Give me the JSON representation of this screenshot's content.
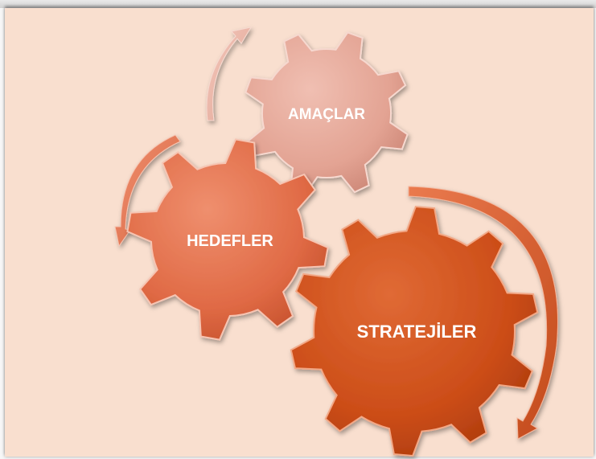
{
  "diagram": {
    "nodes": [
      {
        "id": "amaclar",
        "label": "AMAÇLAR",
        "color": "#e4a79a"
      },
      {
        "id": "hedefler",
        "label": "HEDEFLER",
        "color": "#e5734f"
      },
      {
        "id": "stratejiler",
        "label": "STRATEJİLER",
        "color": "#cf4f1d"
      }
    ],
    "cycle": [
      "stratejiler",
      "hedefler",
      "amaclar"
    ],
    "background_color": "#f9dfcf"
  }
}
